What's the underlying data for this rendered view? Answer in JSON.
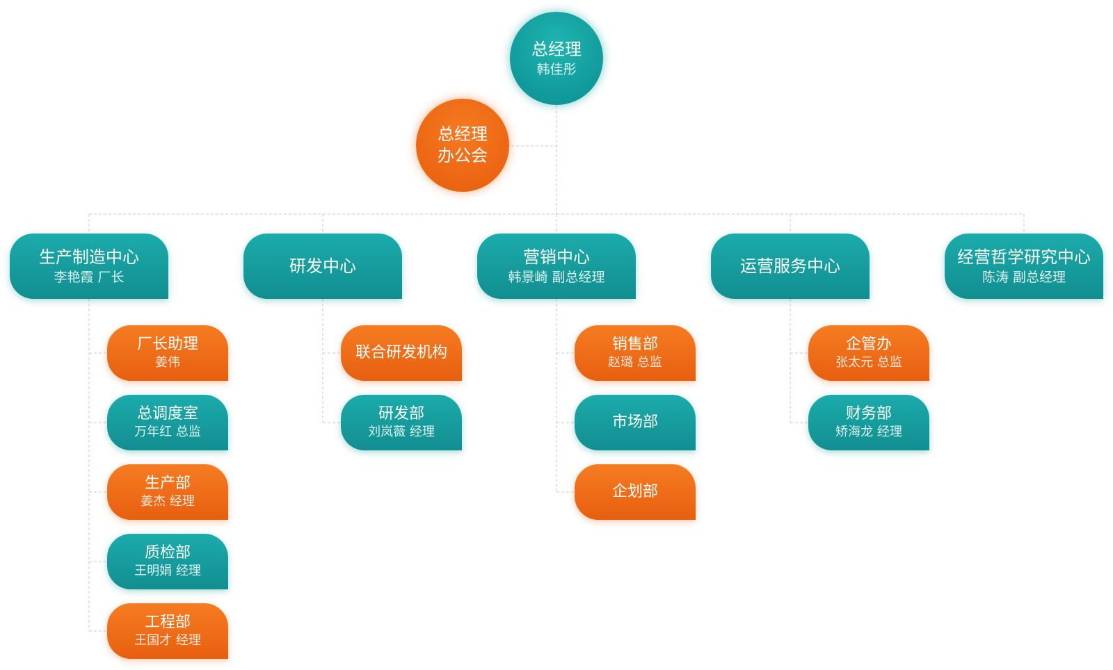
{
  "ceo": {
    "title": "总经理",
    "person": "韩佳彤"
  },
  "office": {
    "line1": "总经理",
    "line2": "办公会"
  },
  "centers": [
    {
      "title": "生产制造中心",
      "person": "李艳霞 厂长"
    },
    {
      "title": "研发中心",
      "person": ""
    },
    {
      "title": "营销中心",
      "person": "韩景崎 副总经理"
    },
    {
      "title": "运营服务中心",
      "person": ""
    },
    {
      "title": "经营哲学研究中心",
      "person": "陈涛 副总经理"
    }
  ],
  "departments": {
    "production": [
      {
        "title": "厂长助理",
        "person": "姜伟"
      },
      {
        "title": "总调度室",
        "person": "万年红 总监"
      },
      {
        "title": "生产部",
        "person": "姜杰 经理"
      },
      {
        "title": "质检部",
        "person": "王明娟 经理"
      },
      {
        "title": "工程部",
        "person": "王国才 经理"
      }
    ],
    "rnd": [
      {
        "title": "联合研发机构",
        "person": ""
      },
      {
        "title": "研发部",
        "person": "刘岚薇 经理"
      }
    ],
    "marketing": [
      {
        "title": "销售部",
        "person": "赵璐 总监"
      },
      {
        "title": "市场部",
        "person": ""
      },
      {
        "title": "企划部",
        "person": ""
      }
    ],
    "operations": [
      {
        "title": "企管办",
        "person": "张太元 总监"
      },
      {
        "title": "财务部",
        "person": "矫海龙 经理"
      }
    ]
  },
  "colors": {
    "teal": "#159fa0",
    "orange": "#ee6a16"
  }
}
